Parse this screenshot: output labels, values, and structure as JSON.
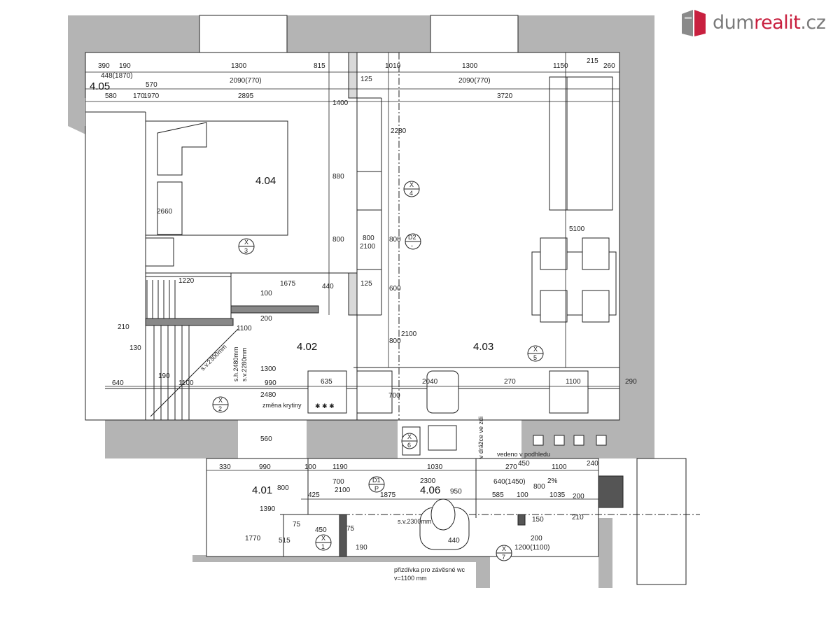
{
  "logo": {
    "prefix": "dum",
    "accent": "realit",
    "suffix": ".cz",
    "brand_color": "#c8203f",
    "gray": "#8a8a8a"
  },
  "rooms": [
    "4.05",
    "4.04",
    "4.03",
    "4.02",
    "4.01",
    "4.06"
  ],
  "colors": {
    "wall": "#b4b4b4",
    "line": "#222222"
  },
  "top_dims": [
    "390",
    "190",
    "448(1870)",
    "1300",
    "815",
    "1010",
    "1300",
    "1150",
    "215",
    "260",
    "2090(770)",
    "2090(770)",
    "2895",
    "3720",
    "580",
    "170",
    "1970",
    "570",
    "125"
  ],
  "mid_dims": [
    "1400",
    "2280",
    "880",
    "2660",
    "800",
    "800",
    "2100",
    "800",
    "1220",
    "1675",
    "440",
    "125",
    "600",
    "100",
    "200",
    "1100",
    "2100",
    "800",
    "5100",
    "210",
    "130",
    "640",
    "190",
    "1100",
    "990",
    "1300",
    "635",
    "2480",
    "2040",
    "270",
    "1100",
    "290",
    "700",
    "560"
  ],
  "bottom_dims": [
    "330",
    "990",
    "100",
    "1190",
    "1030",
    "2300",
    "700",
    "2100",
    "425",
    "1875",
    "950",
    "800",
    "1390",
    "75",
    "450",
    "75",
    "1770",
    "515",
    "190",
    "440",
    "585",
    "100",
    "1035",
    "640(1450)",
    "270",
    "1100",
    "800",
    "2%",
    "200",
    "1200(1100)",
    "210",
    "150",
    "200",
    "450",
    "240"
  ],
  "section_marks": [
    {
      "top": "X",
      "bottom": "3"
    },
    {
      "top": "X",
      "bottom": "4"
    },
    {
      "top": "D2",
      "bottom": "-"
    },
    {
      "top": "X",
      "bottom": "5"
    },
    {
      "top": "X",
      "bottom": "2"
    },
    {
      "top": "X",
      "bottom": "6"
    },
    {
      "top": "X",
      "bottom": "7"
    },
    {
      "top": "X",
      "bottom": "1"
    },
    {
      "top": "D1",
      "bottom": "P"
    }
  ],
  "notes": {
    "ceiling_change": "změna krytiny",
    "clear_height_1": "s.v.2300mm",
    "clear_height_2": "s.h.2480mm",
    "clear_height_3": "s.v.2280mm",
    "wc_note_1": "přizdívka pro závěsné wc",
    "wc_note_2": "v=1100 mm",
    "duct_note_1": "vedeno v podhledu",
    "duct_note_2": "v drážce ve zdi",
    "clear_height_4": "s.v.2300mm"
  }
}
